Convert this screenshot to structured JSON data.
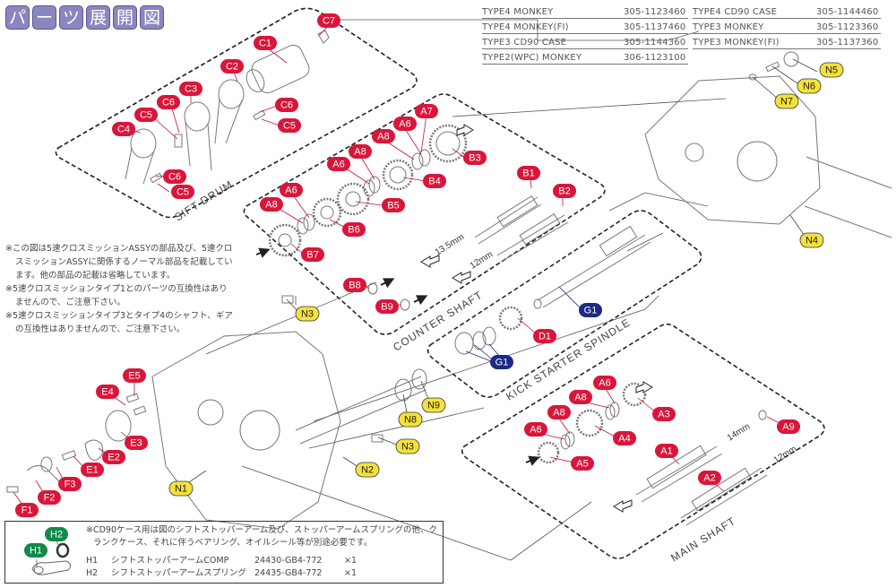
{
  "title": {
    "chars": [
      "パ",
      "ー",
      "ツ",
      "展",
      "開",
      "図"
    ],
    "text": "パーツ展開図"
  },
  "colors": {
    "title_chip": "#8a86bf",
    "label_red": "#d9163a",
    "label_yellow": "#f4e13a",
    "label_navy": "#1d2a84",
    "label_green": "#128a4a"
  },
  "part_codes": [
    [
      {
        "name": "TYPE4 MONKEY",
        "code": "305-1123460"
      },
      {
        "name": "TYPE4 CD90 CASE",
        "code": "305-1144460"
      }
    ],
    [
      {
        "name": "TYPE4 MONKEY(FI)",
        "code": "305-1137460"
      },
      {
        "name": "TYPE3 MONKEY",
        "code": "305-1123360"
      }
    ],
    [
      {
        "name": "TYPE3 CD90 CASE",
        "code": "305-1144360"
      },
      {
        "name": "TYPE3 MONKEY(FI)",
        "code": "305-1137360"
      }
    ],
    [
      {
        "name": "TYPE2(WPC) MONKEY",
        "code": "306-1123100"
      }
    ]
  ],
  "notes": [
    "※この図は5速クロスミッションASSYの部品及び、5速クロスミッションASSYに関係するノーマル部品を記載しています。他の部品の記載は省略しています。",
    "※5速クロスミッションタイプ1とのパーツの互換性はありませんので、ご注意下さい。",
    "※5速クロスミッションタイプ3とタイプ4のシャフト、ギアの互換性はありませんので、ご注意下さい。"
  ],
  "groups": {
    "shift_drum": "SIFT DRUM",
    "counter_shaft": "COUNTER SHAFT",
    "kick_starter": "KICK  STARTER  SPINDLE",
    "main_shaft": "MAIN  SHAFT"
  },
  "dimensions": {
    "counter_b1": "13.5mm",
    "counter_b2": "12mm",
    "main_a1": "14mm",
    "main_a2": "12mm"
  },
  "labels": {
    "C7": "C7",
    "C1": "C1",
    "C2": "C2",
    "C3": "C3",
    "C6a": "C6",
    "C5a": "C5",
    "C4": "C4",
    "C6b": "C6",
    "C5b": "C5",
    "C6c": "C6",
    "C5c": "C5",
    "A7": "A7",
    "A6a": "A6",
    "A8a": "A8",
    "B3": "B3",
    "A8b": "A8",
    "A6b": "A6",
    "B4": "B4",
    "B5": "B5",
    "A6c": "A6",
    "A8c": "A8",
    "B6": "B6",
    "B7": "B7",
    "B1": "B1",
    "B2": "B2",
    "B8": "B8",
    "B9": "B9",
    "G1a": "G1",
    "D1": "D1",
    "G1b": "G1",
    "A6d": "A6",
    "A8d": "A8",
    "A3": "A3",
    "A8e": "A8",
    "A6e": "A6",
    "A4": "A4",
    "A5": "A5",
    "A9": "A9",
    "A1": "A1",
    "A2": "A2",
    "E5": "E5",
    "E4": "E4",
    "E3": "E3",
    "E2": "E2",
    "E1": "E1",
    "F3": "F3",
    "F2": "F2",
    "F1": "F1",
    "N1": "N1",
    "N2": "N2",
    "N3a": "N3",
    "N3b": "N3",
    "N4": "N4",
    "N5": "N5",
    "N6": "N6",
    "N7": "N7",
    "N8": "N8",
    "N9": "N9",
    "H1": "H1",
    "H2": "H2"
  },
  "cd90_box": {
    "note": "※CD90ケース用は図のシフトストッパーアーム及び、ストッパーアームスプリングの他、クランクケース、それに伴うベアリング、オイルシール等が別途必要です。",
    "items": [
      {
        "id": "H1",
        "name": "シフトストッパーアームCOMP",
        "number": "24430-GB4-772",
        "qty": "×1"
      },
      {
        "id": "H2",
        "name": "シフトストッパーアームスプリング",
        "number": "24435-GB4-772",
        "qty": "×1"
      }
    ]
  }
}
